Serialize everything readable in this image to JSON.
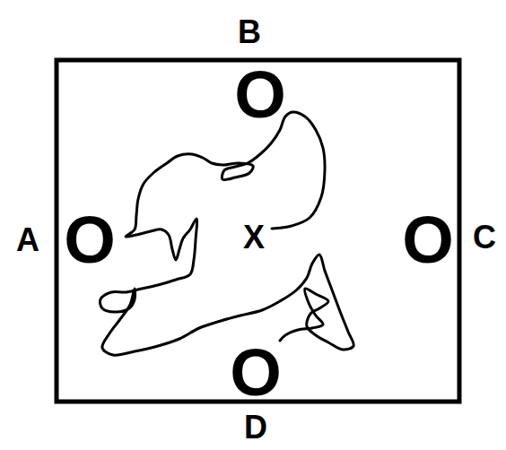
{
  "diagram": {
    "labels": [
      "B",
      "O",
      "A",
      "O",
      "X",
      "O",
      "C",
      "O",
      "D"
    ]
  }
}
